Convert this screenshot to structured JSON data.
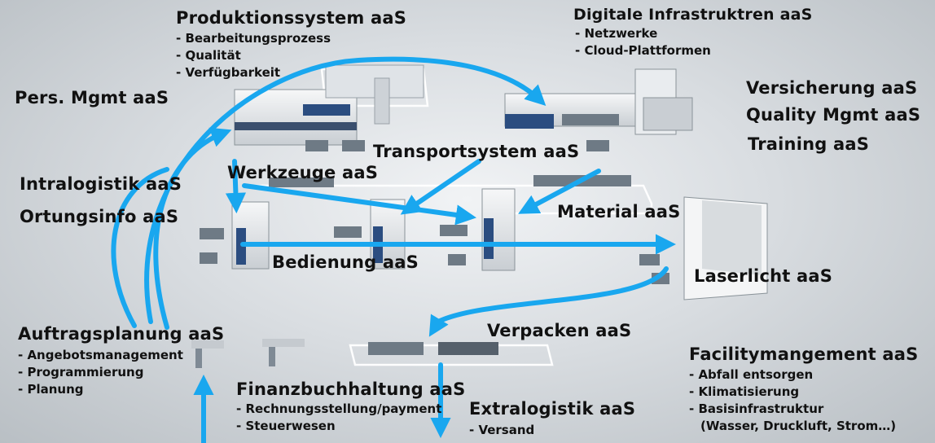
{
  "labels": {
    "produktion": "Produktionssystem aaS",
    "digitale": "Digitale Infrastruktren aaS",
    "pers": "Pers. Mgmt aaS",
    "versicherung": "Versicherung aaS",
    "quality": "Quality Mgmt aaS",
    "training": "Training aaS",
    "transport": "Transportsystem aaS",
    "werkzeuge": "Werkzeuge aaS",
    "intralogistik": "Intralogistik aaS",
    "ortung": "Ortungsinfo aaS",
    "material": "Material aaS",
    "bedienung": "Bedienung aaS",
    "laserlicht": "Laserlicht aaS",
    "auftrag": "Auftragsplanung aaS",
    "verpacken": "Verpacken aaS",
    "facility": "Facilitymangement aaS",
    "finanz": "Finanzbuchhaltung aaS",
    "extralogistik": "Extralogistik aaS"
  },
  "sublists": {
    "produktion": [
      "- Bearbeitungsprozess",
      "- Qualität",
      "- Verfügbarkeit"
    ],
    "digitale": [
      "- Netzwerke",
      "- Cloud-Plattformen"
    ],
    "auftrag": [
      "- Angebotsmanagement",
      "- Programmierung",
      "- Planung"
    ],
    "finanz": [
      "- Rechnungsstellung/payment",
      "- Steuerwesen"
    ],
    "extralogistik": [
      "- Versand"
    ],
    "facility": [
      "- Abfall entsorgen",
      "- Klimatisierung",
      "- Basisinfrastruktur",
      "(Wasser, Druckluft, Strom…)"
    ]
  },
  "colors": {
    "arrow": "#19a7ef",
    "machine_body": "#e9ecef",
    "machine_accent": "#2b4d80",
    "floor_line": "#ffffff"
  }
}
